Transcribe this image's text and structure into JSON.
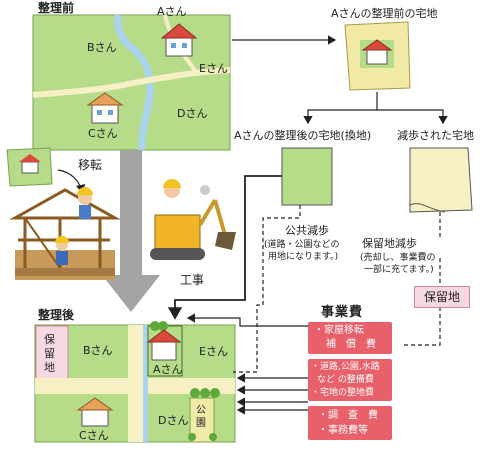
{
  "before": {
    "title": "整理前",
    "owner_a": "Aさん",
    "owner_b": "Bさん",
    "owner_c": "Cさん",
    "owner_d": "Dさん",
    "owner_e": "Eさん"
  },
  "flow": {
    "a_before_land": "Aさんの整理前の宅地",
    "a_after_land": "Aさんの整理後の宅地(換地)",
    "reduced_land": "減歩された宅地",
    "public_reduction_title": "公共減歩",
    "public_reduction_note_1": "(道路・公園などの",
    "public_reduction_note_2": "用地になります。)",
    "reserve_reduction_title": "保留地減歩",
    "reserve_reduction_note_1": "(売却し、事業費の",
    "reserve_reduction_note_2": "一部に充てます。)",
    "reserve_land": "保留地",
    "relocation": "移転",
    "construction": "工事"
  },
  "after": {
    "title": "整理後",
    "reserve_1": "保",
    "reserve_2": "留",
    "reserve_3": "地",
    "owner_a": "Aさん",
    "owner_b": "Bさん",
    "owner_c": "Cさん",
    "owner_d": "Dさん",
    "owner_e": "Eさん",
    "park_1": "公",
    "park_2": "園"
  },
  "costs": {
    "title": "事業費",
    "item1_line1": "・家屋移転",
    "item1_line2": "補　償　費",
    "item2_line1": "・道路,公園,水路",
    "item2_line2": "など の整備費",
    "item2_line3": "・宅地の整地費",
    "item3_line1": "・調　査　費",
    "item3_line2": "・事務費等"
  },
  "colors": {
    "land_green": "#b6dc8a",
    "road_cream": "#f7f0c4",
    "stream_blue": "#a9d3ee",
    "arrow_gray": "#a4a4a4",
    "cost_red": "#e8606a",
    "reserve_pink": "#f6d8e0",
    "roof_red": "#d94a3c"
  }
}
